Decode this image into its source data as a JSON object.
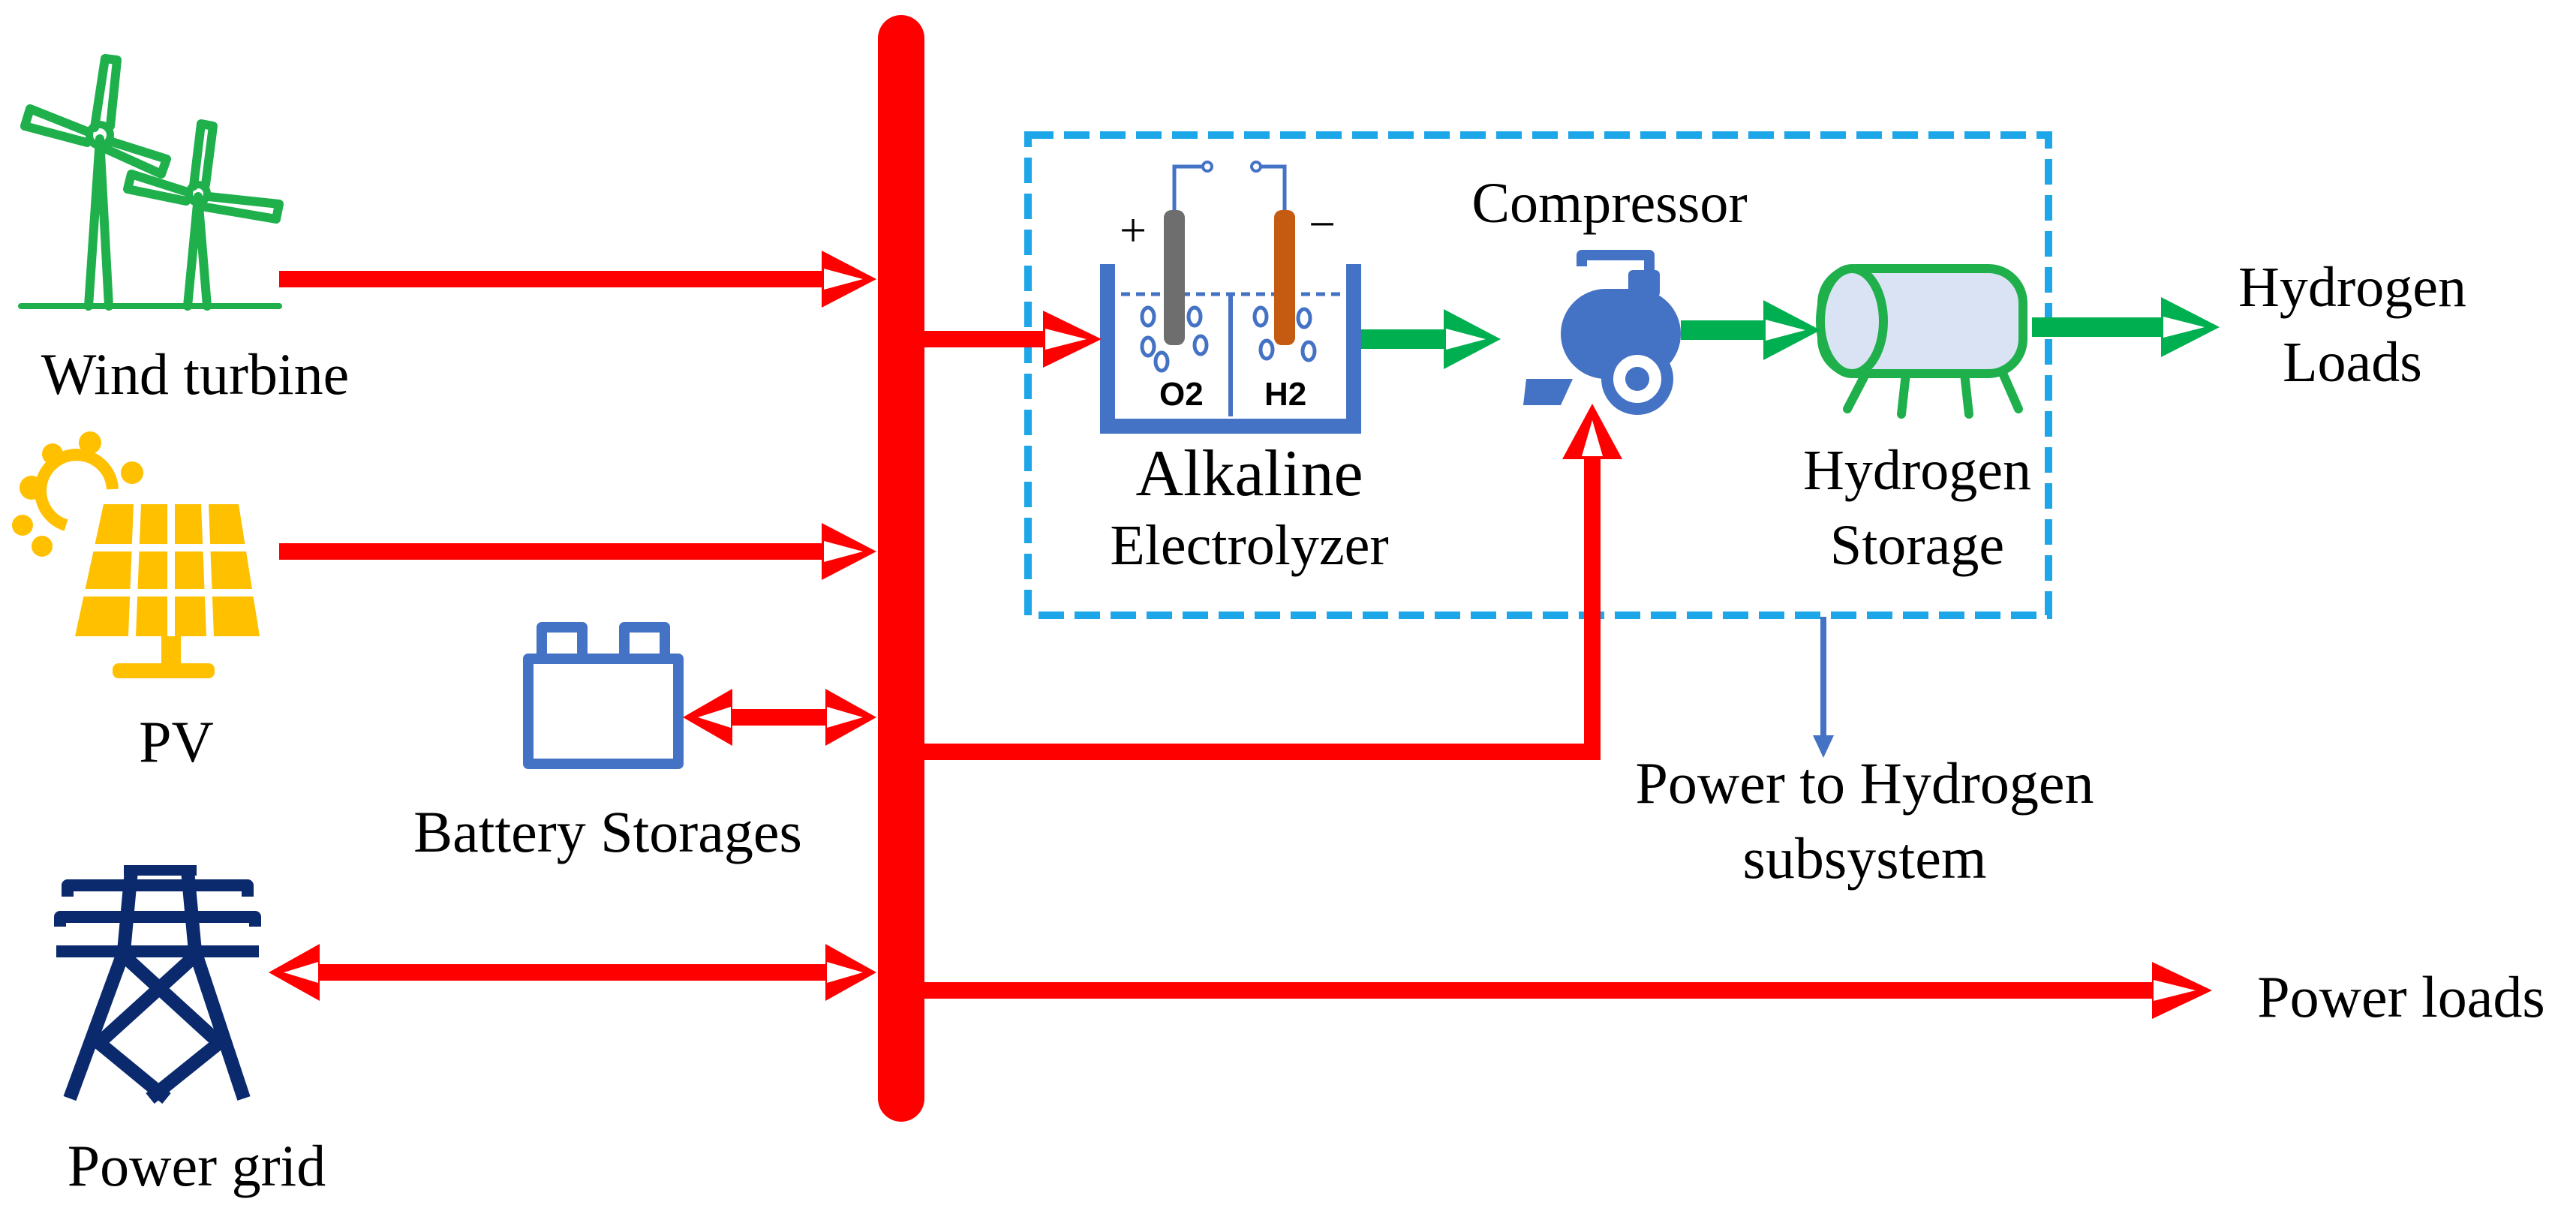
{
  "labels": {
    "wind_turbine": "Wind turbine",
    "pv": "PV",
    "battery": "Battery Storages",
    "grid": "Power grid",
    "alkaline": "Alkaline",
    "electrolyzer": "Electrolyzer",
    "compressor": "Compressor",
    "hydrogen_storage_1": "Hydrogen",
    "hydrogen_storage_2": "Storage",
    "hydrogen_loads_1": "Hydrogen",
    "hydrogen_loads_2": "Loads",
    "p2h_1": "Power to Hydrogen",
    "p2h_2": "subsystem",
    "power_loads": "Power loads",
    "plus": "+",
    "minus": "−",
    "o2": "O2",
    "h2": "H2"
  },
  "colors": {
    "power_line": "#ff0000",
    "hydrogen_line": "#00b050",
    "subsystem_border": "#1ea7e8",
    "equipment_blue": "#4472c4",
    "wind_green": "#1fb04c",
    "pv_yellow": "#ffc000",
    "grid_navy": "#0b2a6e",
    "anode_gray": "#6e6e6e",
    "cathode_orange": "#c55a11",
    "tank_fill": "#dae3f3"
  },
  "icons": [
    "wind-turbine-icon",
    "pv-panel-icon",
    "battery-icon",
    "power-tower-icon",
    "electrolyzer-icon",
    "compressor-icon",
    "hydrogen-tank-icon"
  ]
}
